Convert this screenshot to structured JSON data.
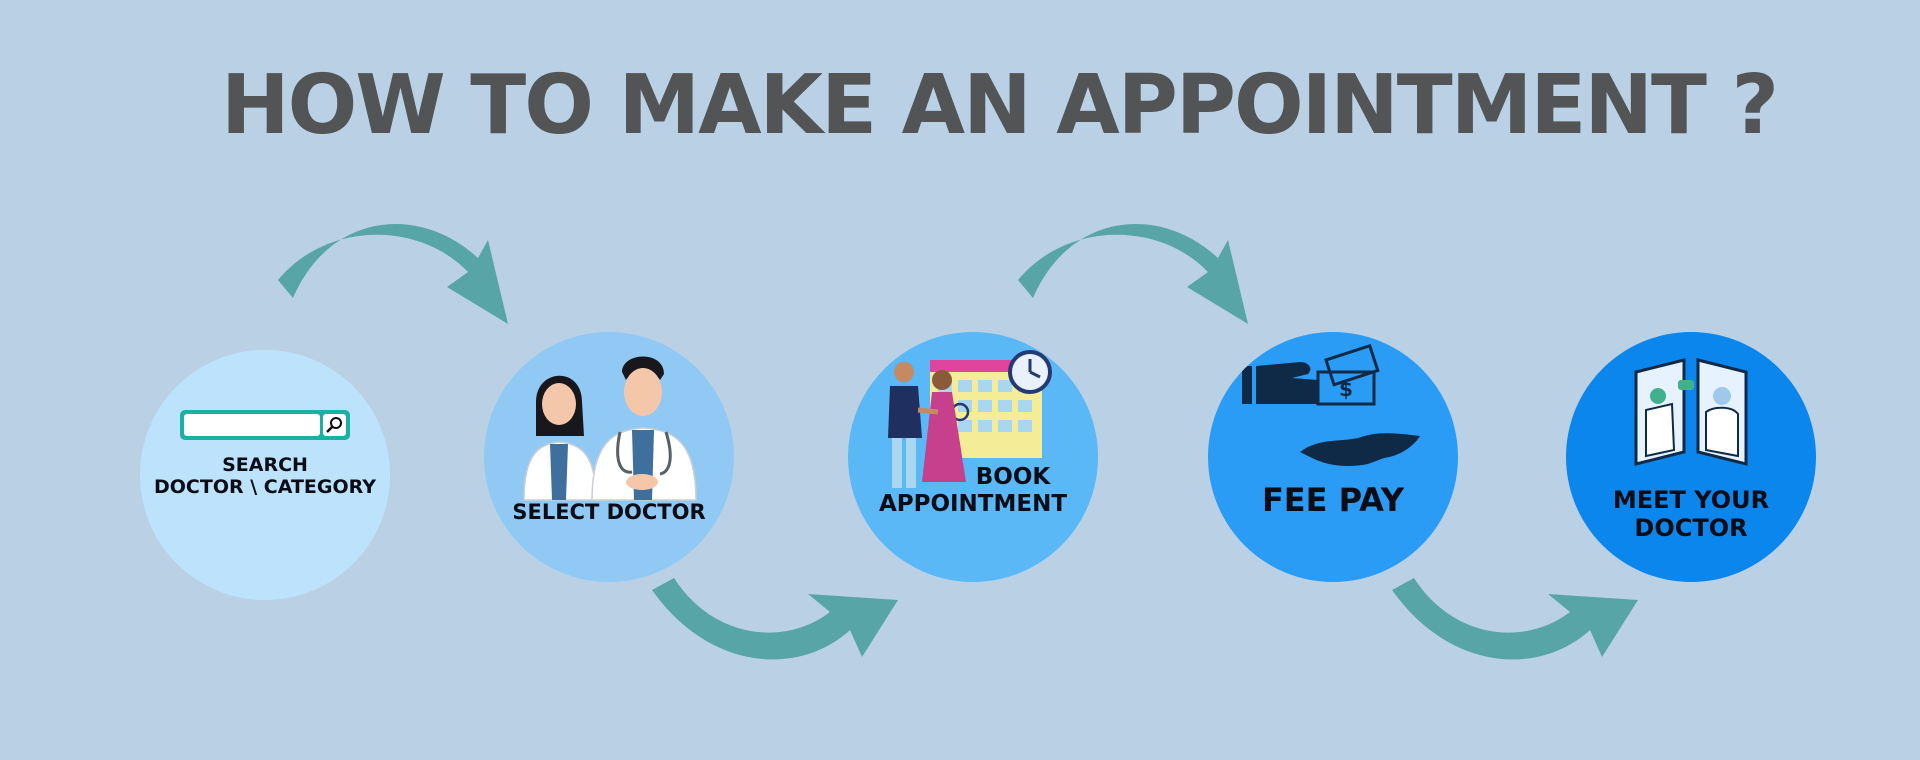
{
  "title": "HOW TO MAKE AN APPOINTMENT ?",
  "colors": {
    "background": "#bad1e5",
    "title": "#535456",
    "arrow": "#57a5a6",
    "step_circles": [
      "#bde3fc",
      "#91c9f5",
      "#5ab8f7",
      "#2a9cf5",
      "#0b86ec"
    ]
  },
  "steps": [
    {
      "lines": [
        "SEARCH",
        "DOCTOR \\ CATEGORY"
      ],
      "icon": "search-bar-icon"
    },
    {
      "lines": [
        "SELECT DOCTOR"
      ],
      "icon": "doctors-icon"
    },
    {
      "lines": [
        "BOOK",
        "APPOINTMENT"
      ],
      "icon": "calendar-handshake-icon"
    },
    {
      "lines": [
        "FEE PAY"
      ],
      "icon": "payment-hands-icon"
    },
    {
      "lines": [
        "MEET YOUR",
        "DOCTOR"
      ],
      "icon": "video-consult-icon"
    }
  ]
}
